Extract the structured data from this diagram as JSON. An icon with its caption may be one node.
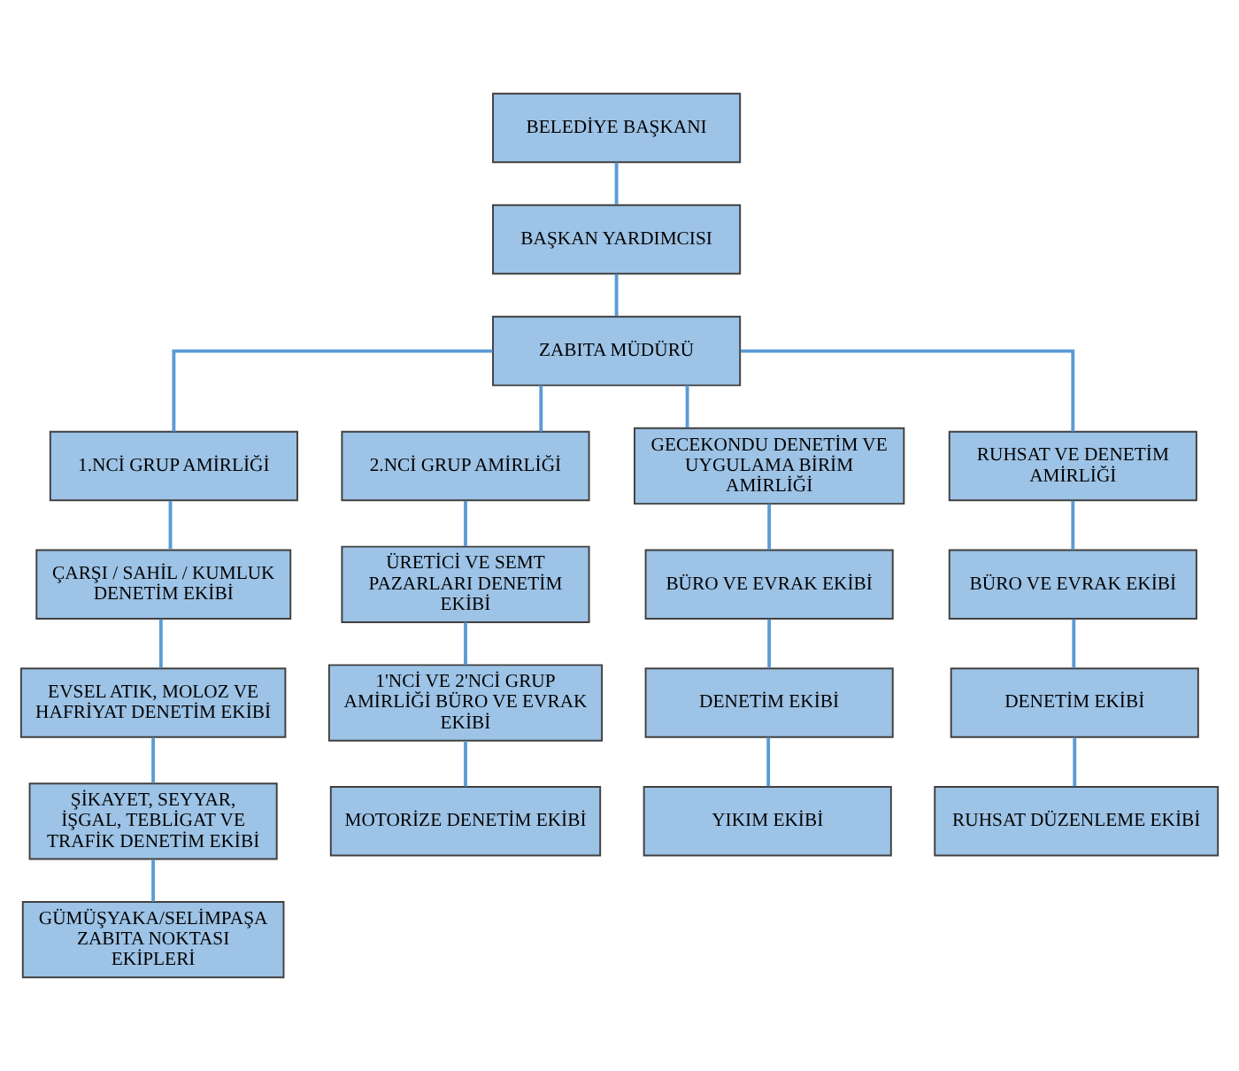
{
  "diagram": {
    "nodes": [
      {
        "text": [
          "BELEDİYE BAŞKANI"
        ]
      },
      {
        "text": [
          "BAŞKAN YARDIMCISI"
        ]
      },
      {
        "text": [
          "ZABITA MÜDÜRÜ"
        ]
      },
      {
        "text": [
          "1.NCİ GRUP AMİRLİĞİ"
        ]
      },
      {
        "text": [
          "2.NCİ GRUP AMİRLİĞİ"
        ]
      },
      {
        "text": [
          "GECEKONDU DENETİM VE UYGULAMA BİRİM AMİRLİĞİ"
        ]
      },
      {
        "text": [
          "RUHSAT VE DENETİM AMİRLİĞİ"
        ]
      },
      {
        "text": [
          "ÇARŞI / SAHİL / KUMLUK DENETİM EKİBİ"
        ]
      },
      {
        "text": [
          "ÜRETİCİ VE SEMT PAZARLARI DENETİM EKİBİ"
        ]
      },
      {
        "text": [
          "BÜRO VE EVRAK EKİBİ"
        ]
      },
      {
        "text": [
          "BÜRO VE EVRAK EKİBİ"
        ]
      },
      {
        "text": [
          "EVSEL ATIK, MOLOZ VE HAFRİYAT DENETİM EKİBİ"
        ]
      },
      {
        "text": [
          "1'NCİ VE 2'NCİ GRUP AMİRLİĞİ BÜRO VE EVRAK EKİBİ"
        ]
      },
      {
        "text": [
          "DENETİM EKİBİ"
        ]
      },
      {
        "text": [
          "DENETİM EKİBİ"
        ]
      },
      {
        "text": [
          "ŞİKAYET, SEYYAR, İŞGAL, TEBLİGAT VE TRAFİK DENETİM EKİBİ"
        ]
      },
      {
        "text": [
          "MOTORİZE DENETİM EKİBİ"
        ]
      },
      {
        "text": [
          "YIKIM EKİBİ"
        ]
      },
      {
        "text": [
          "RUHSAT DÜZENLEME EKİBİ"
        ]
      },
      {
        "text": [
          "GÜMÜŞYAKA/SELİMPAŞA ZABITA NOKTASI EKİPLERİ"
        ]
      }
    ],
    "edges": [
      {
        "from": 0,
        "to": 1,
        "arrow": "none"
      },
      {
        "from": 1,
        "to": 2,
        "arrow": "none"
      },
      {
        "from": 2,
        "to": 3,
        "arrow": "none"
      },
      {
        "from": 2,
        "to": 4,
        "arrow": "none"
      },
      {
        "from": 2,
        "to": 5,
        "arrow": "none"
      },
      {
        "from": 2,
        "to": 6,
        "arrow": "none"
      },
      {
        "from": 3,
        "to": 7,
        "arrow": "none"
      },
      {
        "from": 4,
        "to": 8,
        "arrow": "none"
      },
      {
        "from": 5,
        "to": 9,
        "arrow": "none"
      },
      {
        "from": 6,
        "to": 10,
        "arrow": "none"
      },
      {
        "from": 7,
        "to": 11,
        "arrow": "none"
      },
      {
        "from": 8,
        "to": 12,
        "arrow": "none"
      },
      {
        "from": 9,
        "to": 13,
        "arrow": "none"
      },
      {
        "from": 10,
        "to": 14,
        "arrow": "none"
      },
      {
        "from": 11,
        "to": 15,
        "arrow": "none"
      },
      {
        "from": 12,
        "to": 16,
        "arrow": "none"
      },
      {
        "from": 13,
        "to": 17,
        "arrow": "none"
      },
      {
        "from": 14,
        "to": 18,
        "arrow": "none"
      },
      {
        "from": 15,
        "to": 19,
        "arrow": "none"
      }
    ]
  }
}
